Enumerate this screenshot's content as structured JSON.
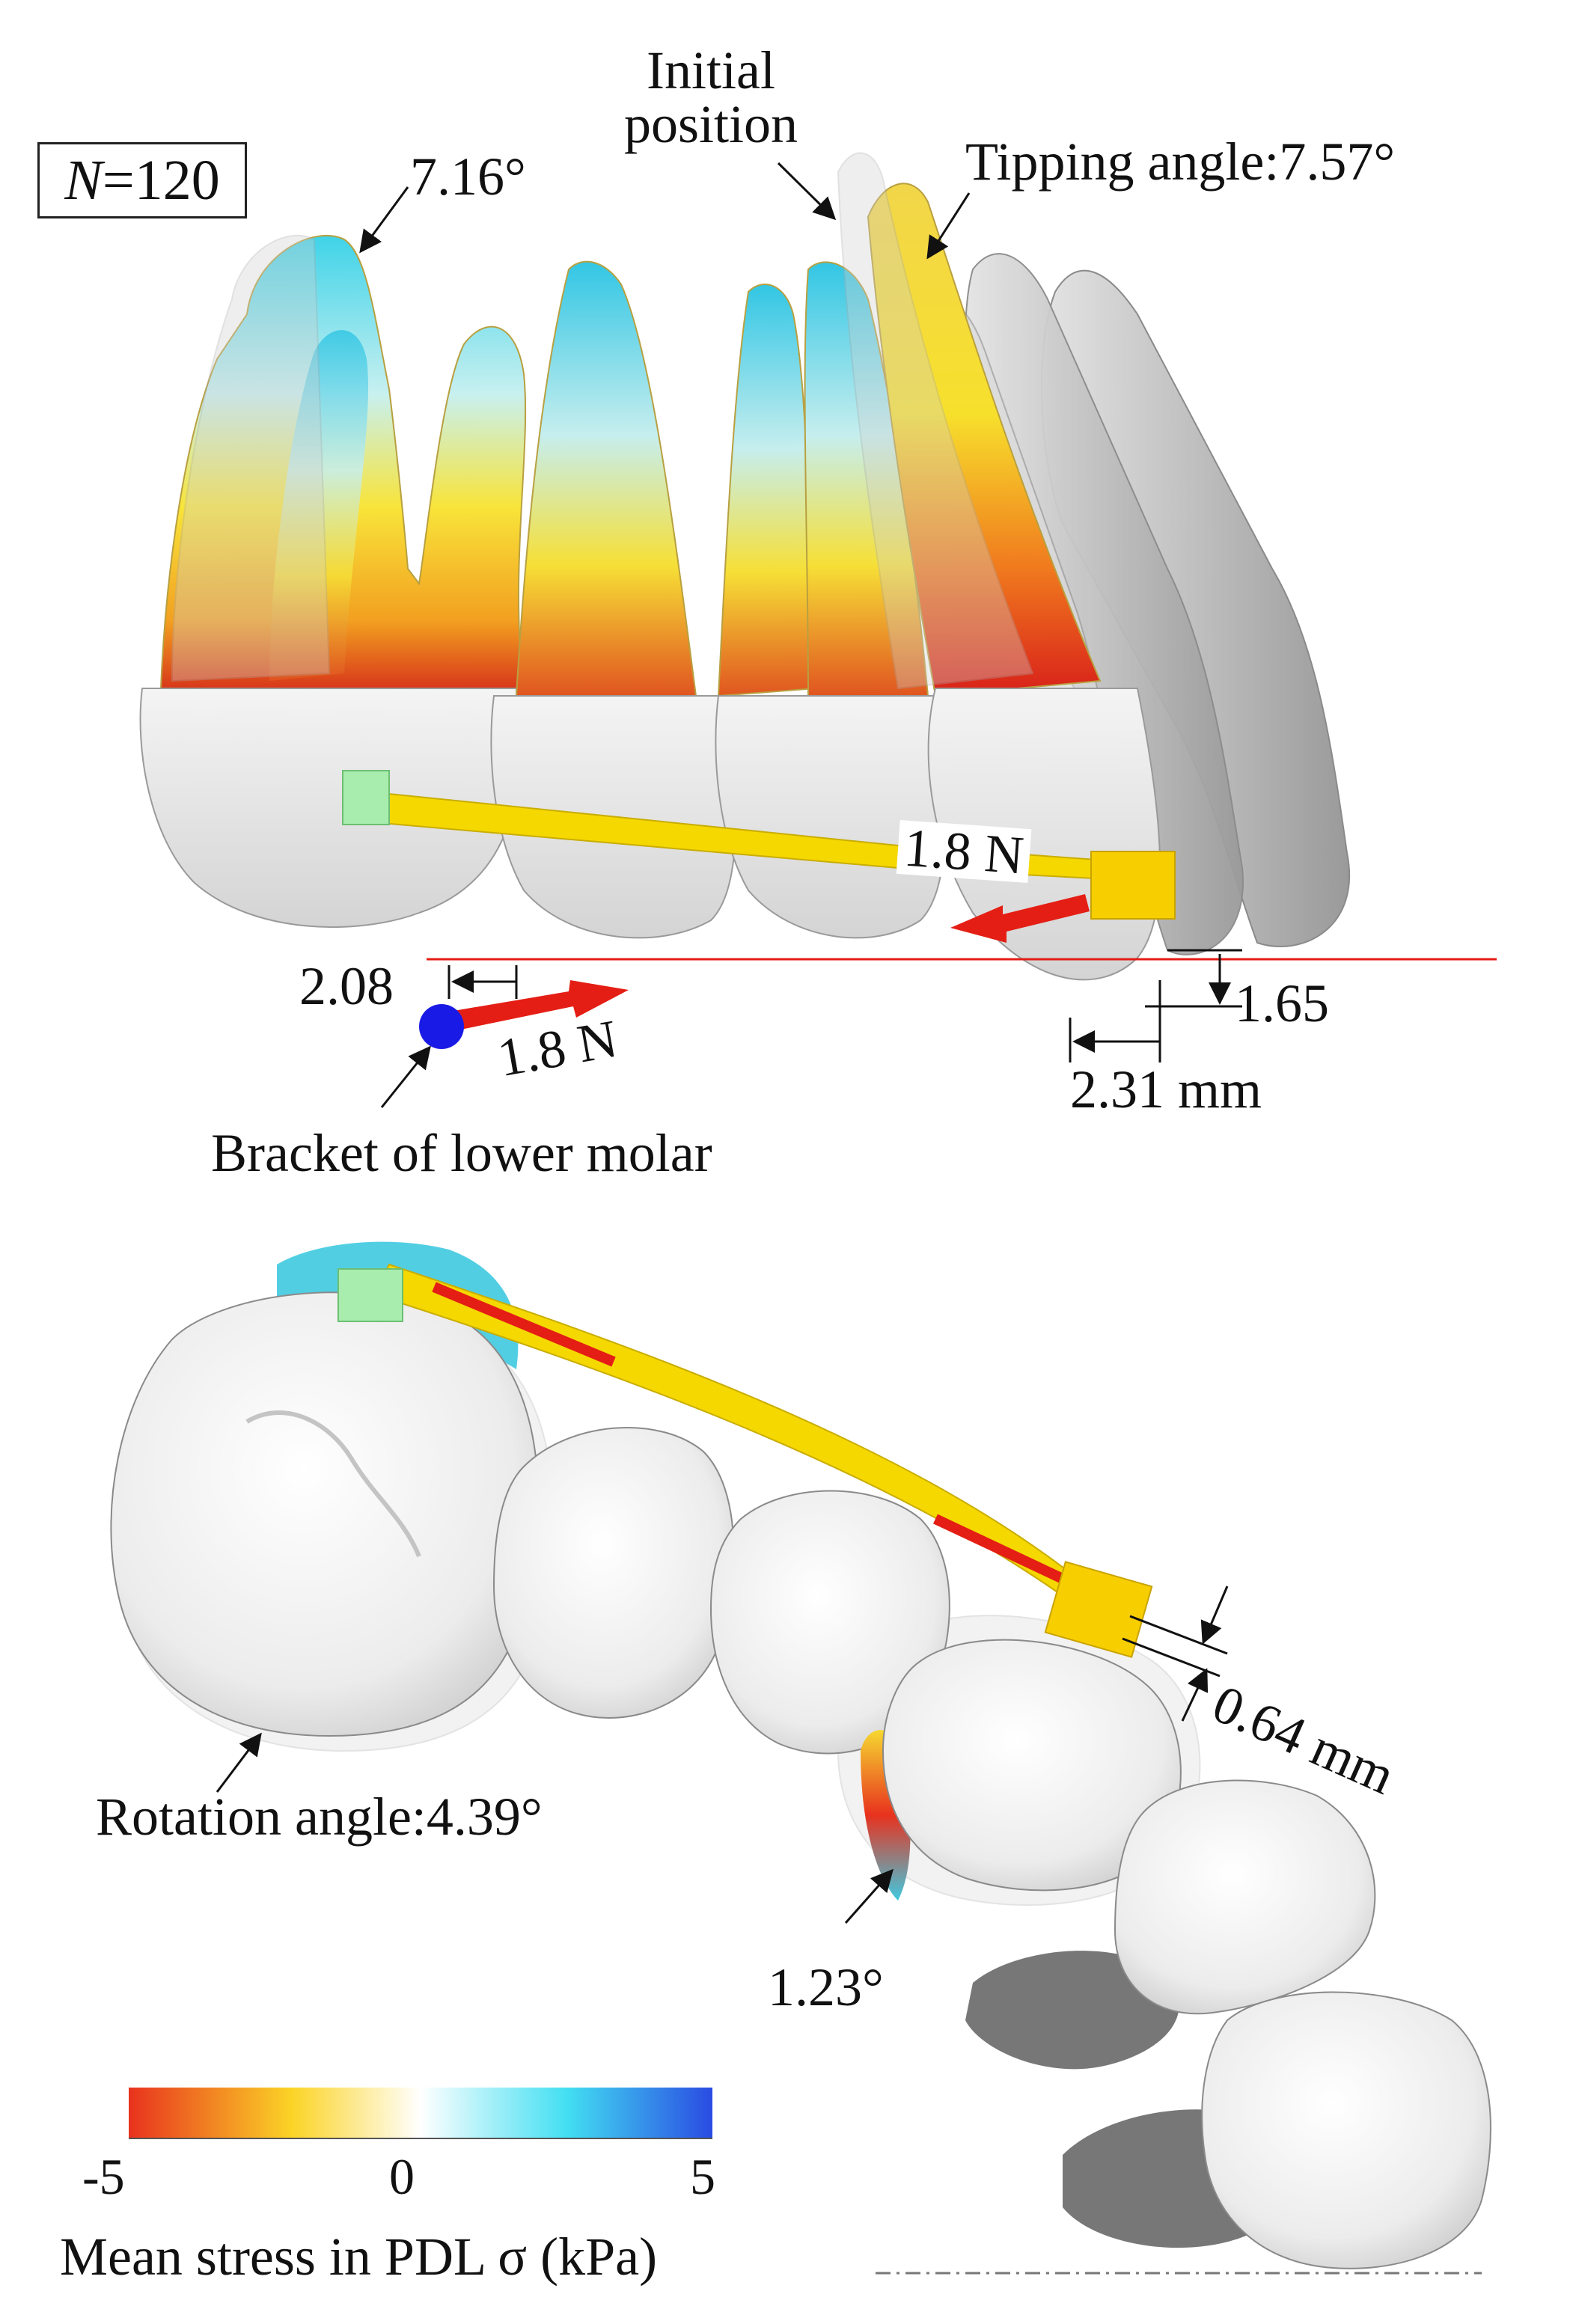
{
  "n_label": {
    "symbol": "N",
    "value": "=120"
  },
  "upper_view": {
    "molar_tipping_label": "7.16°",
    "initial_position_label": [
      "Initial",
      "position"
    ],
    "tipping_angle_label": "Tipping angle:7.57°",
    "wire_force_label": "1.8 N",
    "bracket_force_label": "1.8 N",
    "molar_displacement_label": "2.08",
    "vertical_displacement_label": "1.65",
    "horizontal_displacement_label": "2.31 mm",
    "bracket_label": "Bracket of lower molar"
  },
  "lower_view": {
    "gap_label": "0.64 mm",
    "rotation_angle_label": "Rotation angle:4.39°",
    "premolar_rotation_label": "1.23°"
  },
  "colorbar": {
    "title": "Mean stress in PDL σ  (kPa)",
    "min_label": "-5",
    "mid_label": "0",
    "max_label": "5",
    "colors": [
      "#e8321e",
      "#fbd427",
      "#ffffff",
      "#43dff2",
      "#2a4be2"
    ]
  }
}
